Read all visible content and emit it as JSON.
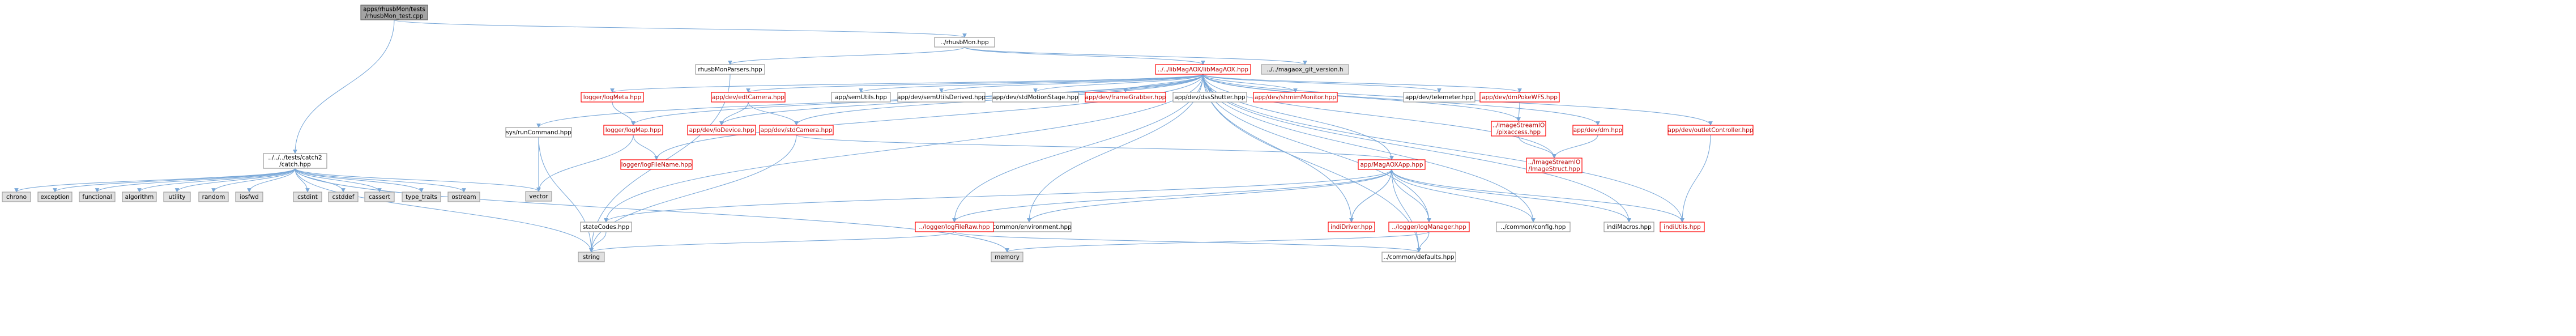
{
  "palette": {
    "edge": "#7aa8d8",
    "node_fill": "#ffffff",
    "node_border": "#9a9a9a",
    "root_fill": "#a3a3a3",
    "root_border": "#666666",
    "external_fill": "#e0e0e0",
    "external_border": "#9f9f9f",
    "incomplete_border": "#ff0000",
    "text": "#000000",
    "incomplete_text": "#bb0000"
  },
  "nodes": [
    {
      "id": "root",
      "lines": [
        "apps/rhusbMon/tests",
        "/rhusbMon_test.cpp"
      ],
      "style": "root"
    },
    {
      "id": "rhusbMon",
      "lines": [
        "../rhusbMon.hpp"
      ],
      "style": "normal"
    },
    {
      "id": "catch",
      "lines": [
        "../../../tests/catch2",
        "/catch.hpp"
      ],
      "style": "normal"
    },
    {
      "id": "parsers",
      "lines": [
        "rhusbMonParsers.hpp"
      ],
      "style": "normal"
    },
    {
      "id": "magaox",
      "lines": [
        "../../libMagAOX/libMagAOX.hpp"
      ],
      "style": "incomplete"
    },
    {
      "id": "gitver",
      "lines": [
        "../../magaox_git_version.h"
      ],
      "style": "external"
    },
    {
      "id": "logMeta",
      "lines": [
        "logger/logMeta.hpp"
      ],
      "style": "incomplete"
    },
    {
      "id": "edtCamera",
      "lines": [
        "app/dev/edtCamera.hpp"
      ],
      "style": "incomplete"
    },
    {
      "id": "semUtils",
      "lines": [
        "app/semUtils.hpp"
      ],
      "style": "normal"
    },
    {
      "id": "semUtilsDerived",
      "lines": [
        "app/dev/semUtilsDerived.hpp"
      ],
      "style": "normal"
    },
    {
      "id": "stdMotionStage",
      "lines": [
        "app/dev/stdMotionStage.hpp"
      ],
      "style": "normal"
    },
    {
      "id": "frameGrabber",
      "lines": [
        "app/dev/frameGrabber.hpp"
      ],
      "style": "incomplete"
    },
    {
      "id": "dssShutter",
      "lines": [
        "app/dev/dssShutter.hpp"
      ],
      "style": "normal"
    },
    {
      "id": "shmimMonitor",
      "lines": [
        "app/dev/shmimMonitor.hpp"
      ],
      "style": "incomplete"
    },
    {
      "id": "telemeter",
      "lines": [
        "app/dev/telemeter.hpp"
      ],
      "style": "normal"
    },
    {
      "id": "dmPokeWFS",
      "lines": [
        "app/dev/dmPokeWFS.hpp"
      ],
      "style": "incomplete"
    },
    {
      "id": "sysrun",
      "lines": [
        "sys/runCommand.hpp"
      ],
      "style": "normal"
    },
    {
      "id": "logMap",
      "lines": [
        "logger/logMap.hpp"
      ],
      "style": "incomplete"
    },
    {
      "id": "ioDevice",
      "lines": [
        "app/dev/ioDevice.hpp"
      ],
      "style": "incomplete"
    },
    {
      "id": "stdCamera",
      "lines": [
        "app/dev/stdCamera.hpp"
      ],
      "style": "incomplete"
    },
    {
      "id": "pixaccess",
      "lines": [
        "../ImageStreamIO",
        "/pixaccess.hpp"
      ],
      "style": "incomplete"
    },
    {
      "id": "dm",
      "lines": [
        "app/dev/dm.hpp"
      ],
      "style": "incomplete"
    },
    {
      "id": "outletController",
      "lines": [
        "app/dev/outletController.hpp"
      ],
      "style": "incomplete"
    },
    {
      "id": "logFileName",
      "lines": [
        "logger/logFileName.hpp"
      ],
      "style": "incomplete"
    },
    {
      "id": "imageStruct",
      "lines": [
        "../ImageStreamIO",
        "/ImageStruct.hpp"
      ],
      "style": "incomplete"
    },
    {
      "id": "magaoxapp",
      "lines": [
        "app/MagAOXApp.hpp"
      ],
      "style": "incomplete"
    },
    {
      "id": "chrono",
      "lines": [
        "chrono"
      ],
      "style": "external"
    },
    {
      "id": "exception",
      "lines": [
        "exception"
      ],
      "style": "external"
    },
    {
      "id": "functional",
      "lines": [
        "functional"
      ],
      "style": "external"
    },
    {
      "id": "algorithm",
      "lines": [
        "algorithm"
      ],
      "style": "external"
    },
    {
      "id": "utility",
      "lines": [
        "utility"
      ],
      "style": "external"
    },
    {
      "id": "random",
      "lines": [
        "random"
      ],
      "style": "external"
    },
    {
      "id": "iosfwd",
      "lines": [
        "iosfwd"
      ],
      "style": "external"
    },
    {
      "id": "cstdint",
      "lines": [
        "cstdint"
      ],
      "style": "external"
    },
    {
      "id": "cstddef",
      "lines": [
        "cstddef"
      ],
      "style": "external"
    },
    {
      "id": "cassert",
      "lines": [
        "cassert"
      ],
      "style": "external"
    },
    {
      "id": "type_traits",
      "lines": [
        "type_traits"
      ],
      "style": "external"
    },
    {
      "id": "ostream",
      "lines": [
        "ostream"
      ],
      "style": "external"
    },
    {
      "id": "vector",
      "lines": [
        "vector"
      ],
      "style": "external"
    },
    {
      "id": "stateCodes",
      "lines": [
        "stateCodes.hpp"
      ],
      "style": "normal"
    },
    {
      "id": "environment",
      "lines": [
        "../common/environment.hpp"
      ],
      "style": "normal"
    },
    {
      "id": "logFileRaw",
      "lines": [
        "../logger/logFileRaw.hpp"
      ],
      "style": "incomplete"
    },
    {
      "id": "indiDriver",
      "lines": [
        "indiDriver.hpp"
      ],
      "style": "incomplete"
    },
    {
      "id": "logManager",
      "lines": [
        "../logger/logManager.hpp"
      ],
      "style": "incomplete"
    },
    {
      "id": "config",
      "lines": [
        "../common/config.hpp"
      ],
      "style": "normal"
    },
    {
      "id": "indiMacros",
      "lines": [
        "indiMacros.hpp"
      ],
      "style": "normal"
    },
    {
      "id": "indiUtils",
      "lines": [
        "indiUtils.hpp"
      ],
      "style": "incomplete"
    },
    {
      "id": "string",
      "lines": [
        "string"
      ],
      "style": "external"
    },
    {
      "id": "memory",
      "lines": [
        "memory"
      ],
      "style": "external"
    },
    {
      "id": "defaults",
      "lines": [
        "../common/defaults.hpp"
      ],
      "style": "normal"
    }
  ],
  "edges": [
    [
      "root",
      "rhusbMon"
    ],
    [
      "root",
      "catch"
    ],
    [
      "rhusbMon",
      "parsers"
    ],
    [
      "rhusbMon",
      "magaox"
    ],
    [
      "rhusbMon",
      "gitver"
    ],
    [
      "parsers",
      "string"
    ],
    [
      "catch",
      "chrono"
    ],
    [
      "catch",
      "exception"
    ],
    [
      "catch",
      "functional"
    ],
    [
      "catch",
      "algorithm"
    ],
    [
      "catch",
      "utility"
    ],
    [
      "catch",
      "random"
    ],
    [
      "catch",
      "iosfwd"
    ],
    [
      "catch",
      "cstdint"
    ],
    [
      "catch",
      "cstddef"
    ],
    [
      "catch",
      "cassert"
    ],
    [
      "catch",
      "type_traits"
    ],
    [
      "catch",
      "ostream"
    ],
    [
      "catch",
      "vector"
    ],
    [
      "catch",
      "string"
    ],
    [
      "catch",
      "memory"
    ],
    [
      "magaox",
      "logMeta"
    ],
    [
      "magaox",
      "edtCamera"
    ],
    [
      "magaox",
      "semUtils"
    ],
    [
      "magaox",
      "semUtilsDerived"
    ],
    [
      "magaox",
      "stdMotionStage"
    ],
    [
      "magaox",
      "frameGrabber"
    ],
    [
      "magaox",
      "dssShutter"
    ],
    [
      "magaox",
      "shmimMonitor"
    ],
    [
      "magaox",
      "telemeter"
    ],
    [
      "magaox",
      "dmPokeWFS"
    ],
    [
      "magaox",
      "sysrun"
    ],
    [
      "magaox",
      "logMap"
    ],
    [
      "magaox",
      "ioDevice"
    ],
    [
      "magaox",
      "stdCamera"
    ],
    [
      "magaox",
      "pixaccess"
    ],
    [
      "magaox",
      "dm"
    ],
    [
      "magaox",
      "outletController"
    ],
    [
      "magaox",
      "logFileName"
    ],
    [
      "magaox",
      "imageStruct"
    ],
    [
      "magaox",
      "magaoxapp"
    ],
    [
      "magaox",
      "stateCodes"
    ],
    [
      "magaox",
      "environment"
    ],
    [
      "magaox",
      "logFileRaw"
    ],
    [
      "magaox",
      "indiDriver"
    ],
    [
      "magaox",
      "logManager"
    ],
    [
      "magaox",
      "config"
    ],
    [
      "magaox",
      "indiMacros"
    ],
    [
      "magaox",
      "indiUtils"
    ],
    [
      "magaox",
      "defaults"
    ],
    [
      "logMeta",
      "logMap"
    ],
    [
      "logMap",
      "vector"
    ],
    [
      "logMap",
      "logFileName"
    ],
    [
      "edtCamera",
      "ioDevice"
    ],
    [
      "edtCamera",
      "stdCamera"
    ],
    [
      "stdCamera",
      "string"
    ],
    [
      "stdCamera",
      "magaoxapp"
    ],
    [
      "sysrun",
      "vector"
    ],
    [
      "sysrun",
      "string"
    ],
    [
      "dmPokeWFS",
      "pixaccess"
    ],
    [
      "pixaccess",
      "imageStruct"
    ],
    [
      "dm",
      "imageStruct"
    ],
    [
      "outletController",
      "indiUtils"
    ],
    [
      "magaoxapp",
      "stateCodes"
    ],
    [
      "magaoxapp",
      "environment"
    ],
    [
      "magaoxapp",
      "logFileRaw"
    ],
    [
      "magaoxapp",
      "indiDriver"
    ],
    [
      "magaoxapp",
      "logManager"
    ],
    [
      "magaoxapp",
      "config"
    ],
    [
      "magaoxapp",
      "indiMacros"
    ],
    [
      "magaoxapp",
      "indiUtils"
    ],
    [
      "magaoxapp",
      "defaults"
    ],
    [
      "indiDriver",
      "magaoxapp"
    ],
    [
      "stateCodes",
      "string"
    ],
    [
      "logFileRaw",
      "string"
    ],
    [
      "logFileRaw",
      "defaults"
    ],
    [
      "logManager",
      "memory"
    ],
    [
      "logManager",
      "defaults"
    ]
  ]
}
